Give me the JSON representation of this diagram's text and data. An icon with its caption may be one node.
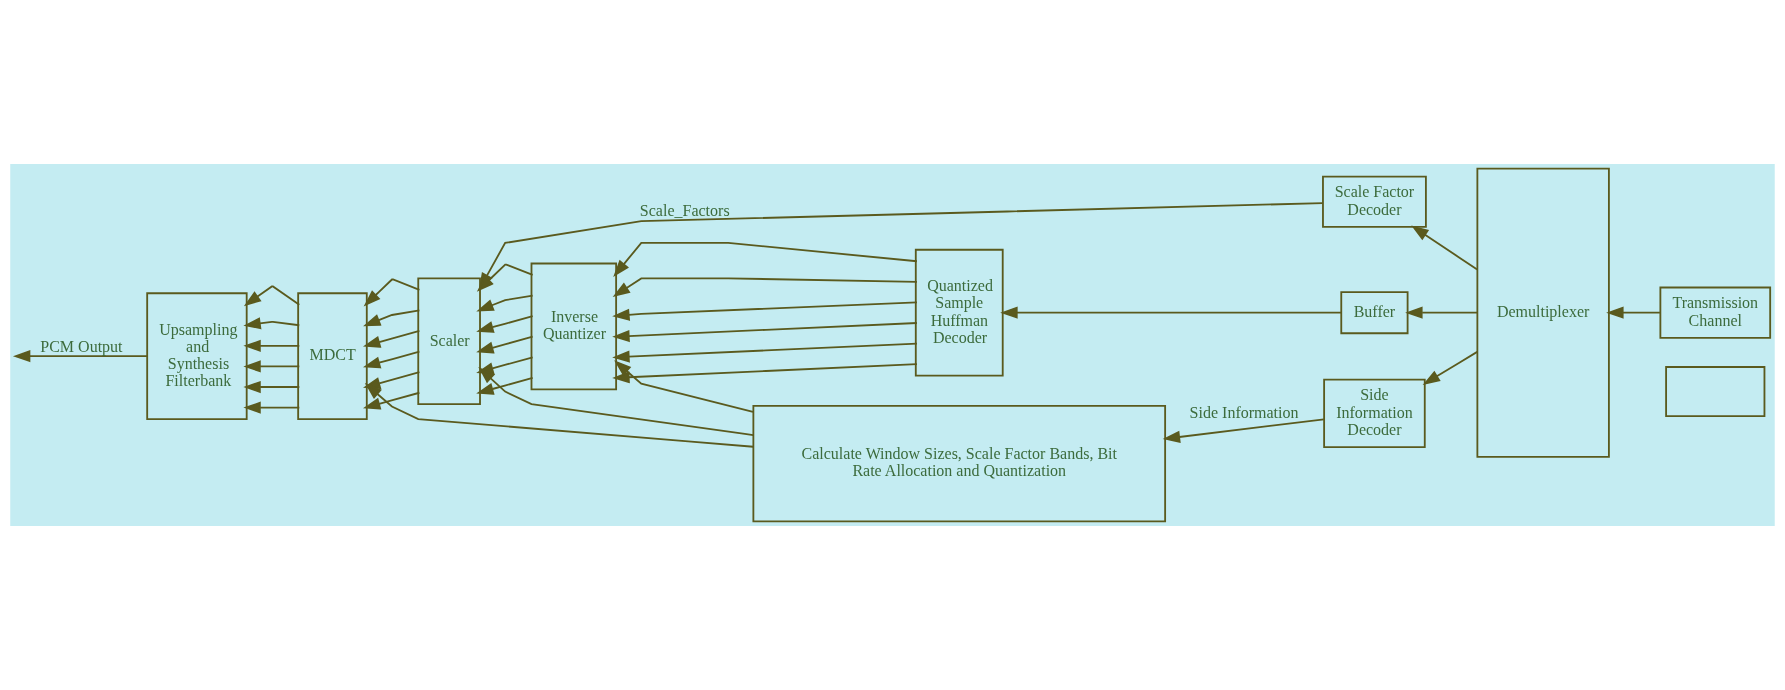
{
  "diagram": {
    "nodes": [
      {
        "text": [],
        "shape": "box"
      },
      {
        "text": [
          "Transmission Channel"
        ]
      },
      {
        "text": [
          "Scale Factor Decoder"
        ]
      },
      {
        "text": [
          "Demultiplexer"
        ]
      },
      {
        "text": [
          "Upsampling and Synthesis Filterbank"
        ]
      },
      {
        "text": [
          "MDCT"
        ]
      },
      {
        "text": [
          "Scaler"
        ]
      },
      {
        "text": [
          "Inverse Quantizer"
        ]
      },
      {
        "text": [
          "Quantized Sample Huffman Decoder"
        ]
      },
      {
        "text": [
          "Buffer"
        ]
      },
      {
        "text": [
          "Calculate Window Sizes, Scale Factor Bands, Bit Rate Allocation and Quantization"
        ]
      },
      {
        "text": [
          "Side Information Decoder"
        ]
      }
    ],
    "edges": [
      {
        "from": 1,
        "to": 3,
        "arrow": "to"
      },
      {
        "from": 3,
        "to": 2,
        "arrow": "to"
      },
      {
        "from": 2,
        "to": 6,
        "arrow": "to",
        "label": "Scale_Factors"
      },
      {
        "from": 3,
        "to": 9,
        "arrow": "to"
      },
      {
        "from": 9,
        "to": 8,
        "arrow": "to"
      },
      {
        "from": 8,
        "to": 7,
        "arrow": "to"
      },
      {
        "from": 8,
        "to": 7,
        "arrow": "to"
      },
      {
        "from": 8,
        "to": 7,
        "arrow": "to"
      },
      {
        "from": 8,
        "to": 7,
        "arrow": "to"
      },
      {
        "from": 8,
        "to": 7,
        "arrow": "to"
      },
      {
        "from": 8,
        "to": 7,
        "arrow": "to"
      },
      {
        "from": 7,
        "to": 6,
        "arrow": "to"
      },
      {
        "from": 7,
        "to": 6,
        "arrow": "to"
      },
      {
        "from": 7,
        "to": 6,
        "arrow": "to"
      },
      {
        "from": 7,
        "to": 6,
        "arrow": "to"
      },
      {
        "from": 7,
        "to": 6,
        "arrow": "to"
      },
      {
        "from": 7,
        "to": 6,
        "arrow": "to"
      },
      {
        "from": 6,
        "to": 5,
        "arrow": "to"
      },
      {
        "from": 6,
        "to": 5,
        "arrow": "to"
      },
      {
        "from": 6,
        "to": 5,
        "arrow": "to"
      },
      {
        "from": 6,
        "to": 5,
        "arrow": "to"
      },
      {
        "from": 6,
        "to": 5,
        "arrow": "to"
      },
      {
        "from": 6,
        "to": 5,
        "arrow": "to"
      },
      {
        "from": 5,
        "to": 4,
        "arrow": "to"
      },
      {
        "from": 5,
        "to": 4,
        "arrow": "to"
      },
      {
        "from": 5,
        "to": 4,
        "arrow": "to"
      },
      {
        "from": 5,
        "to": 4,
        "arrow": "to"
      },
      {
        "from": 5,
        "to": 4,
        "arrow": "to"
      },
      {
        "from": 5,
        "to": 4,
        "arrow": "to"
      },
      {
        "from": 4,
        "to": null,
        "arrow": "to",
        "label": "PCM Output"
      },
      {
        "from": 3,
        "to": 11,
        "arrow": "to"
      },
      {
        "from": 11,
        "to": 10,
        "arrow": "to",
        "label": "Side Information"
      },
      {
        "from": 10,
        "to": 5,
        "arrow": "to"
      },
      {
        "from": 10,
        "to": 6,
        "arrow": "to"
      },
      {
        "from": 10,
        "to": 7,
        "arrow": "to"
      }
    ]
  }
}
